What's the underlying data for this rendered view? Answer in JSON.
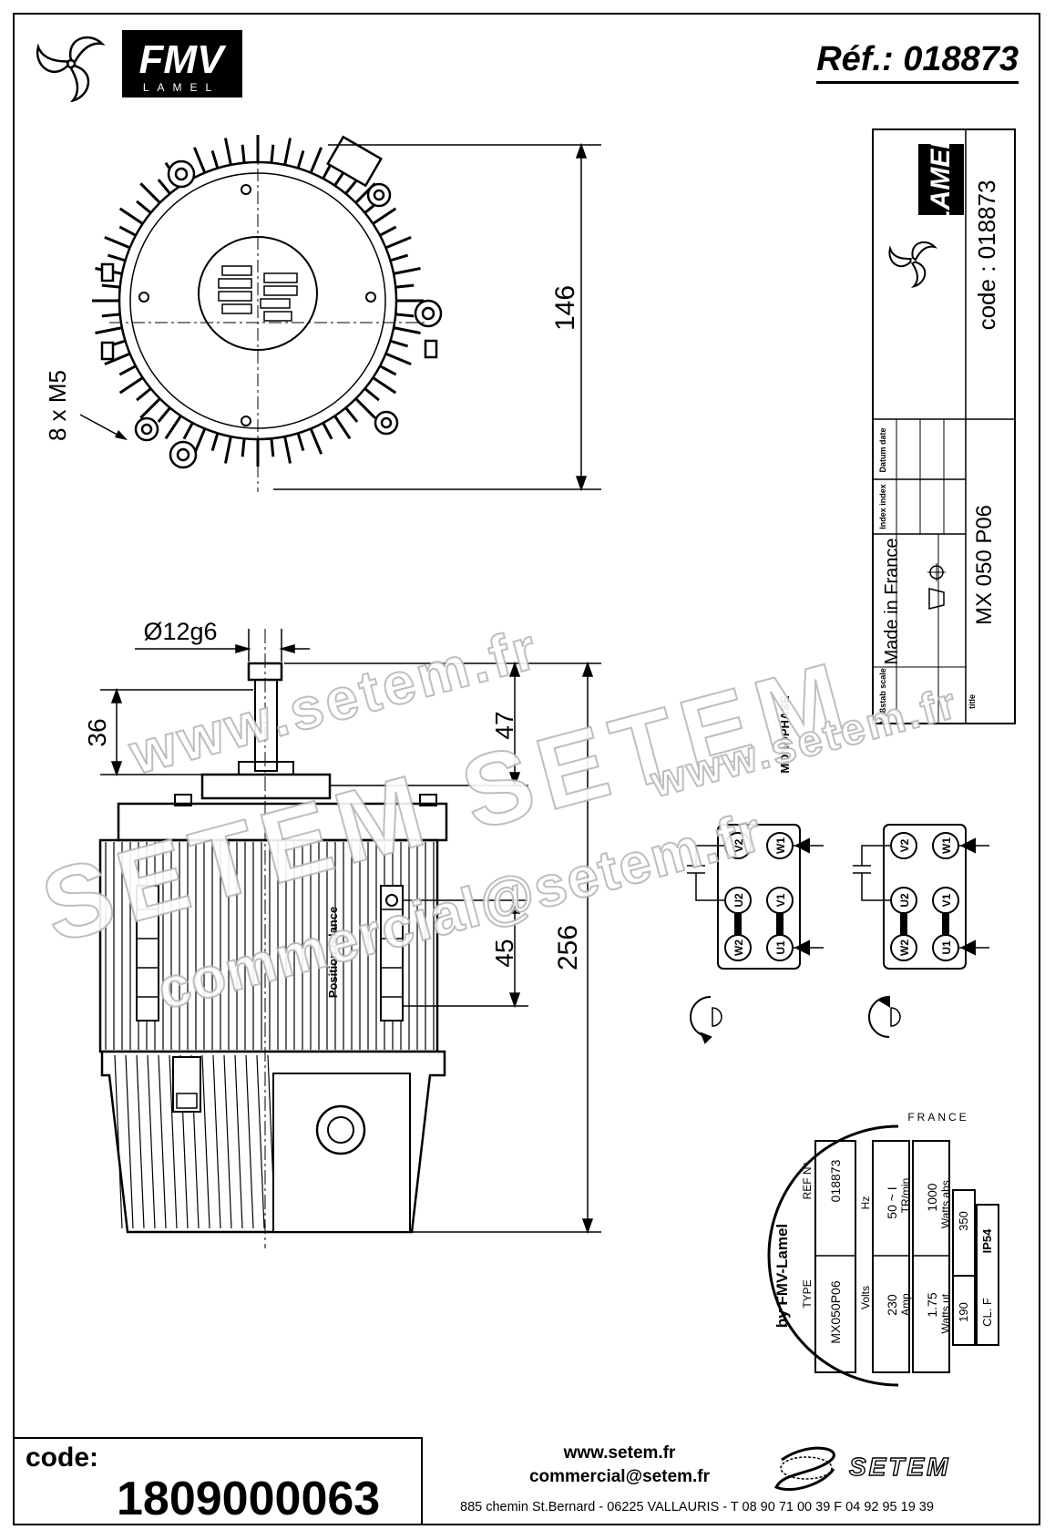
{
  "header": {
    "brand_big": "FMV",
    "brand_small": "LAMEL",
    "reference": "Réf.: 018873"
  },
  "title_block": {
    "code_line": "code : 018873",
    "datum_label": "Datum\ndate",
    "index_label": "Index\nindex",
    "made_in": "Made in France",
    "scale_label": "Maßstab\nscale",
    "title_label": "title",
    "title_value": "MX 050 P06"
  },
  "dimensions": {
    "mount_holes": "8 x M5",
    "top_height": "146",
    "shaft_diameter": "Ø12g6",
    "shaft_dim_36": "36",
    "shaft_dim_47": "47",
    "body_dim_45": "45",
    "overall_height": "256",
    "position_label": "Position relance"
  },
  "wiring": {
    "title": "MONOPHASE",
    "terminals": [
      "V2",
      "W1",
      "U2",
      "V1",
      "W2",
      "U1"
    ]
  },
  "nameplate": {
    "maker": "by FMV-Lamel",
    "type_label": "TYPE",
    "type_value": "MX050P06",
    "ref_label": "REF N°",
    "ref_value": "018873",
    "volts_label": "Volts",
    "volts_value": "230",
    "hz_label": "Hz",
    "hz_value": "50 ~ I",
    "amp_label": "Amp.",
    "amp_value": "1.75",
    "tr_label": "TR/min",
    "tr_value": "1000",
    "watts_ut_label": "Watts ut.",
    "watts_ut_value": "190",
    "watts_abs_label": "Watts abs.",
    "watts_abs_value": "350",
    "class_value": "CL. F",
    "ip_value": "IP54",
    "country": "FRANCE"
  },
  "watermark": {
    "line1": "www.setem.fr",
    "line2": "SETEM SETEM",
    "line3": "commercial@setem.fr",
    "line4": "www.setem.fr"
  },
  "footer": {
    "code_label": "code:",
    "code_value": "1809000063",
    "website": "www.setem.fr",
    "email": "commercial@setem.fr",
    "address": "885 chemin St.Bernard  -  06225 VALLAURIS  -  T 08 90 71 00 39   F 04 92 95 19 39",
    "brand": "SETEM"
  }
}
